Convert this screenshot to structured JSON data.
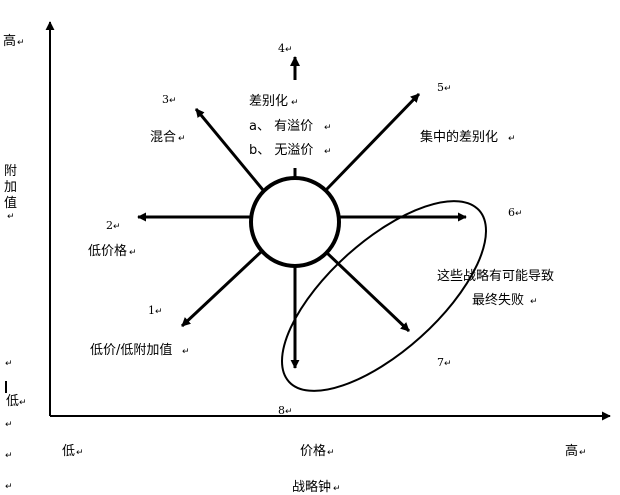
{
  "axes": {
    "y_high": "高",
    "y_title_chars": [
      "附",
      "加",
      "值"
    ],
    "y_low": "低",
    "x_low": "低",
    "x_mid": "价格",
    "x_high": "高",
    "caption": "战略钟"
  },
  "routes": [
    {
      "number": "1",
      "label": "低价/低附加值"
    },
    {
      "number": "2",
      "label": "低价格"
    },
    {
      "number": "3",
      "label": "混合"
    },
    {
      "number": "4",
      "label": "差别化",
      "sub": [
        "a、 有溢价",
        "b、 无溢价"
      ]
    },
    {
      "number": "5",
      "label": "集中的差别化"
    },
    {
      "number": "6"
    },
    {
      "number": "7"
    },
    {
      "number": "8"
    }
  ],
  "failure_note": [
    "这些战略有可能导致",
    "最终失败"
  ],
  "paragraph_mark": "↵"
}
